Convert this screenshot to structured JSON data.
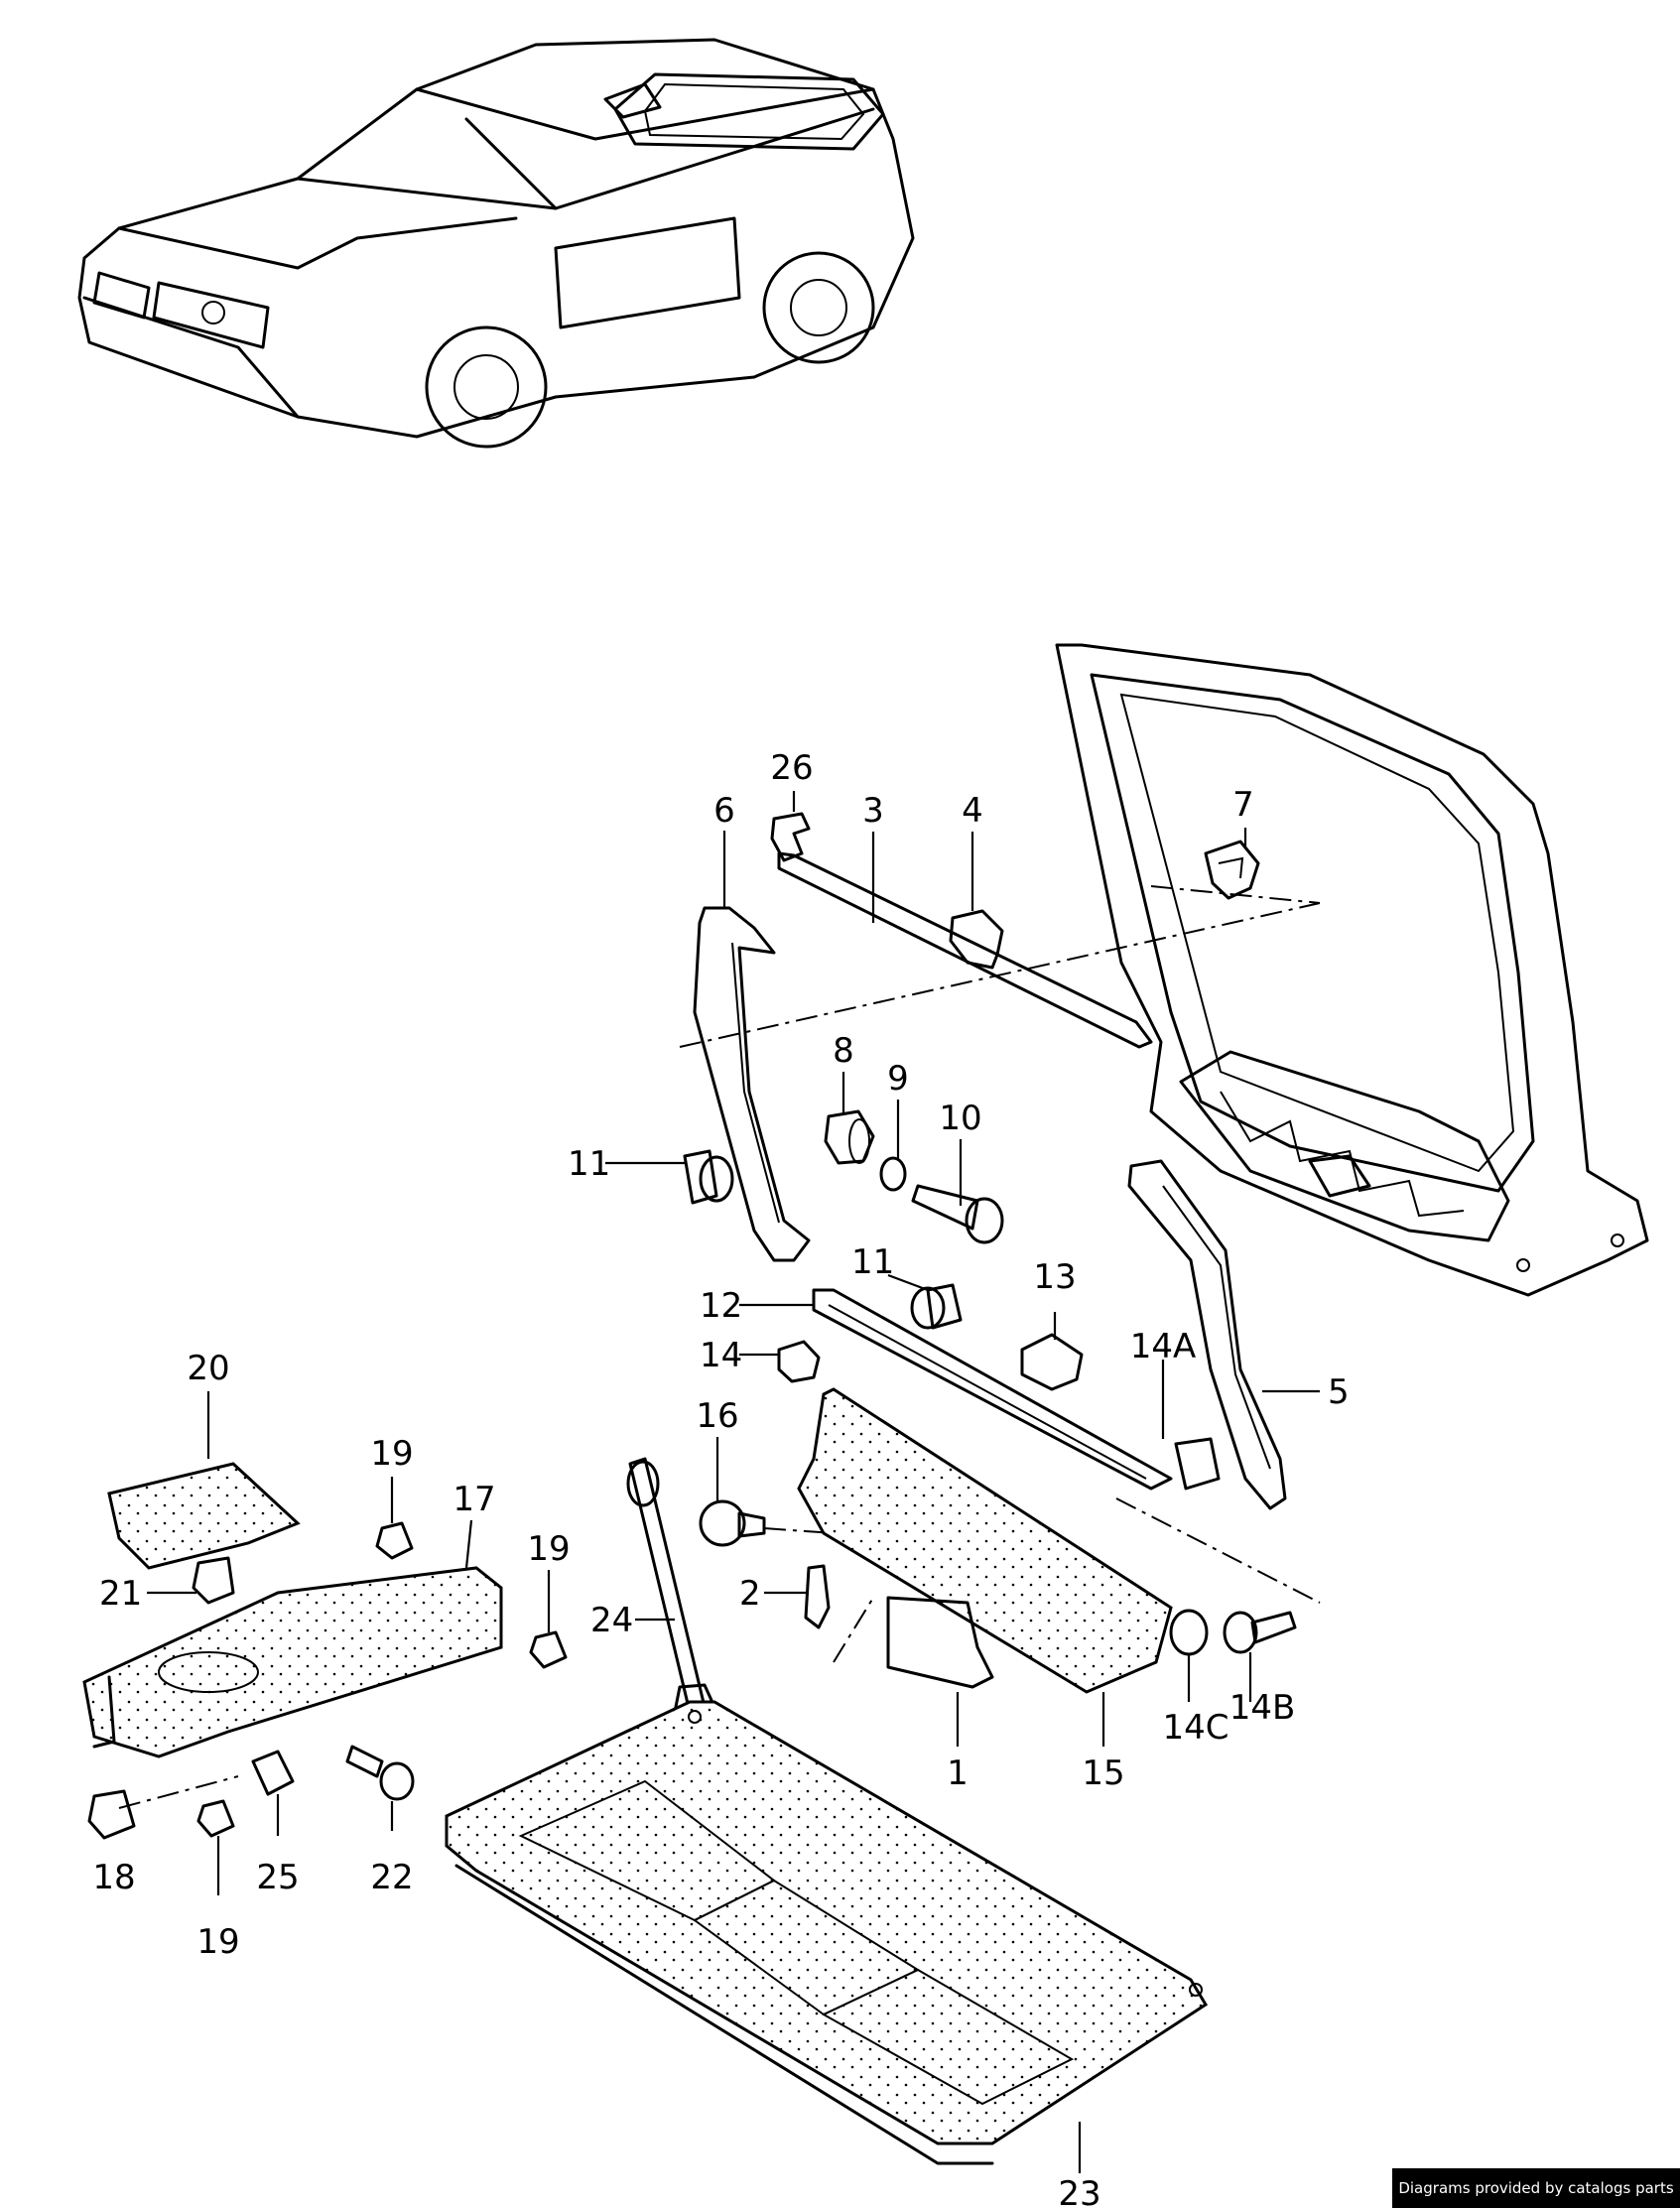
{
  "diagram": {
    "callouts": {
      "n1": "1",
      "n2": "2",
      "n3": "3",
      "n4": "4",
      "n5": "5",
      "n6": "6",
      "n7": "7",
      "n8": "8",
      "n9": "9",
      "n10": "10",
      "n11a": "11",
      "n11b": "11",
      "n12": "12",
      "n13": "13",
      "n14": "14",
      "n14A": "14A",
      "n14B": "14B",
      "n14C": "14C",
      "n15": "15",
      "n16": "16",
      "n17": "17",
      "n18": "18",
      "n19a": "19",
      "n19b": "19",
      "n19c": "19",
      "n20": "20",
      "n21": "21",
      "n22": "22",
      "n23": "23",
      "n24": "24",
      "n25": "25",
      "n26": "26"
    }
  },
  "footer": {
    "credit": "Diagrams provided by catalogs parts"
  }
}
